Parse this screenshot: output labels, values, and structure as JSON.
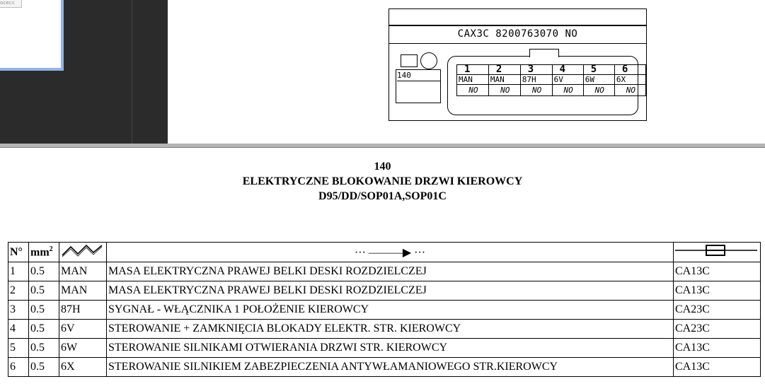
{
  "viewer": {
    "thumbnail_text": "ocecc"
  },
  "connector": {
    "code": "CAX3C 8200763070 NO",
    "reference": "140",
    "pins": [
      {
        "num": "1",
        "code": "MAN",
        "state": "NO"
      },
      {
        "num": "2",
        "code": "MAN",
        "state": "NO"
      },
      {
        "num": "3",
        "code": "87H",
        "state": "NO"
      },
      {
        "num": "4",
        "code": "6V",
        "state": "NO"
      },
      {
        "num": "5",
        "code": "6W",
        "state": "NO"
      },
      {
        "num": "6",
        "code": "6X",
        "state": "NO"
      }
    ]
  },
  "title": {
    "number": "140",
    "name": "ELEKTRYCZNE BLOKOWANIE DRZWI KIEROWCY",
    "variants": "D95/DD/SOP01A,SOP01C"
  },
  "table": {
    "headers": {
      "no": "N°",
      "mm2": "mm²",
      "wire_icon": "wire-zigzag-icon",
      "direction": "··· ———▶ ···",
      "connector_icon": "connector-plug-icon"
    },
    "rows": [
      {
        "no": "1",
        "mm2": "0.5",
        "code": "MAN",
        "description": "MASA ELEKTRYCZNA PRAWEJ BELKI DESKI ROZDZIELCZEJ",
        "connector": "CA13C"
      },
      {
        "no": "2",
        "mm2": "0.5",
        "code": "MAN",
        "description": "MASA ELEKTRYCZNA PRAWEJ BELKI DESKI ROZDZIELCZEJ",
        "connector": "CA13C"
      },
      {
        "no": "3",
        "mm2": "0.5",
        "code": "87H",
        "description": "SYGNAŁ - WŁĄCZNIKA 1 POŁOŻENIE KIEROWCY",
        "connector": "CA23C"
      },
      {
        "no": "4",
        "mm2": "0.5",
        "code": "6V",
        "description": "STEROWANIE + ZAMKNIĘCIA BLOKADY ELEKTR. STR. KIEROWCY",
        "connector": "CA23C"
      },
      {
        "no": "5",
        "mm2": "0.5",
        "code": "6W",
        "description": "STEROWANIE SILNIKAMI OTWIERANIA DRZWI STR. KIEROWCY",
        "connector": "CA13C"
      },
      {
        "no": "6",
        "mm2": "0.5",
        "code": "6X",
        "description": "STEROWANIE SILNIKIEM ZABEZPIECZENIA ANTYWŁAMANIOWEGO STR.KIEROWCY",
        "connector": "CA13C"
      }
    ]
  }
}
